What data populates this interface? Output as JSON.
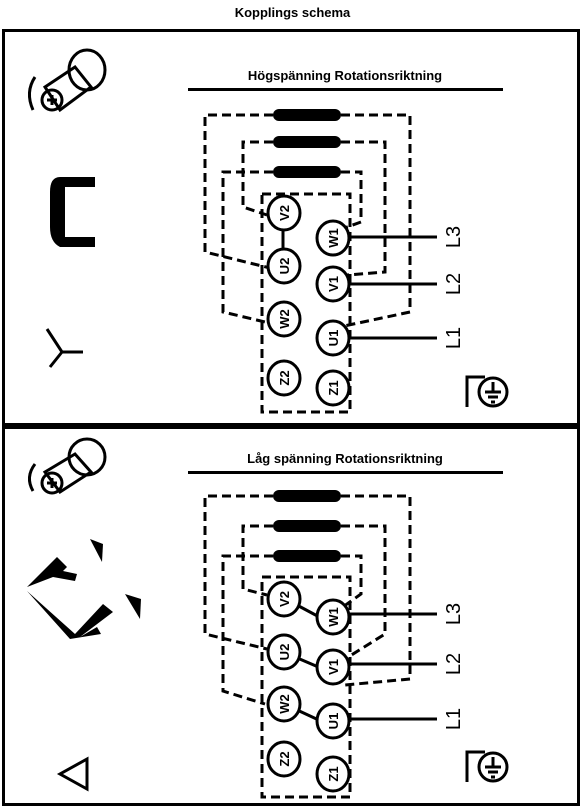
{
  "title": "Kopplings schema",
  "high_voltage": {
    "title": "Högspänning Rotationsriktning",
    "connection_symbol": "wye-symbol-icon",
    "side_icons": [
      "screwdriver-icon",
      "bridge-link-icon",
      "wye-symbol-icon",
      "ground-icon"
    ],
    "terminals": [
      "V2",
      "U2",
      "W2",
      "Z2",
      "W1",
      "V1",
      "U1",
      "Z1"
    ],
    "lines": [
      "L3",
      "L2",
      "L1"
    ]
  },
  "low_voltage": {
    "title": "Låg spänning Rotationsriktning",
    "connection_symbol": "delta-symbol-icon",
    "side_icons": [
      "screwdriver-icon",
      "bridge-links-icon",
      "delta-symbol-icon",
      "ground-icon"
    ],
    "terminals": [
      "V2",
      "U2",
      "W2",
      "Z2",
      "W1",
      "V1",
      "U1",
      "Z1"
    ],
    "lines": [
      "L3",
      "L2",
      "L1"
    ]
  }
}
